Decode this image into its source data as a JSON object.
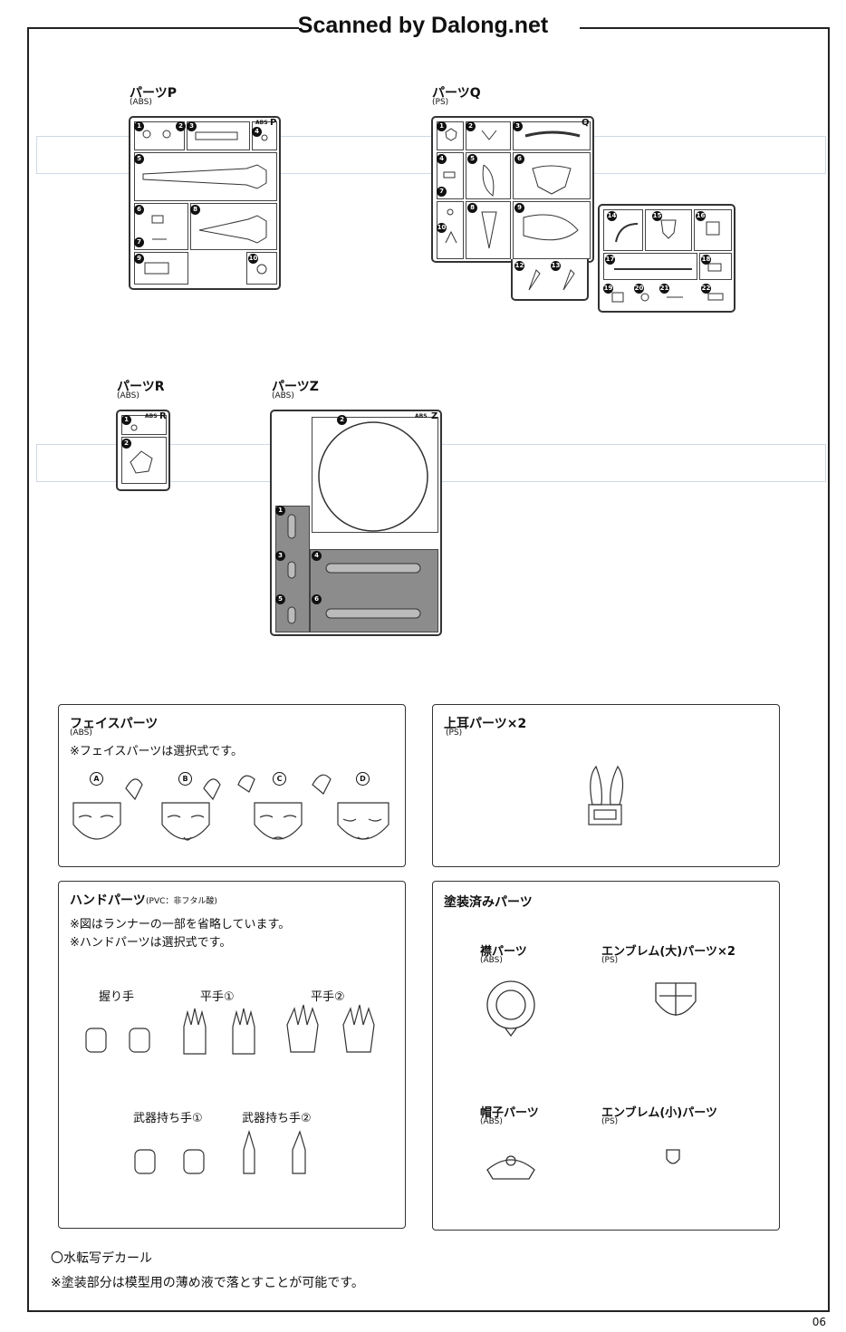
{
  "watermark": "Scanned by Dalong.net",
  "page_number": "06",
  "runners": {
    "P": {
      "title": "パーツP",
      "material": "(ABS)",
      "letter": "P",
      "tag": "ABS",
      "nums": [
        "1",
        "2",
        "3",
        "4",
        "5",
        "6",
        "7",
        "8",
        "9",
        "10"
      ]
    },
    "Q": {
      "title": "パーツQ",
      "material": "(PS)",
      "letter": "Q",
      "nums": [
        "1",
        "2",
        "3",
        "4",
        "5",
        "6",
        "7",
        "8",
        "9",
        "10",
        "12",
        "13",
        "14",
        "15",
        "16",
        "17",
        "18",
        "19",
        "20",
        "21",
        "22"
      ]
    },
    "R": {
      "title": "パーツR",
      "material": "(ABS)",
      "letter": "R",
      "tag": "ABS",
      "nums": [
        "1",
        "2"
      ]
    },
    "Z": {
      "title": "パーツZ",
      "material": "(ABS)",
      "letter": "Z",
      "tag": "ABS",
      "nums": [
        "1",
        "2",
        "3",
        "4",
        "5",
        "6"
      ]
    }
  },
  "face": {
    "title": "フェイスパーツ",
    "material": "(ABS)",
    "note": "※フェイスパーツは選択式です。",
    "options": [
      "A",
      "B",
      "C",
      "D"
    ]
  },
  "ears": {
    "title": "上耳パーツ×2",
    "material": "(PS)"
  },
  "hands": {
    "title": "ハンドパーツ",
    "material": "(PVC：非フタル酸)",
    "note1": "※図はランナーの一部を省略しています。",
    "note2": "※ハンドパーツは選択式です。",
    "labels": [
      "握り手",
      "平手①",
      "平手②",
      "武器持ち手①",
      "武器持ち手②"
    ]
  },
  "painted": {
    "title": "塗装済みパーツ",
    "items": [
      {
        "name": "襟パーツ",
        "material": "(ABS)"
      },
      {
        "name": "エンブレム(大)パーツ×2",
        "material": "(PS)"
      },
      {
        "name": "帽子パーツ",
        "material": "(ABS)"
      },
      {
        "name": "エンブレム(小)パーツ",
        "material": "(PS)"
      }
    ]
  },
  "footer": {
    "decal": "〇水転写デカール",
    "note": "※塗装部分は模型用の薄め液で落とすことが可能です。"
  }
}
